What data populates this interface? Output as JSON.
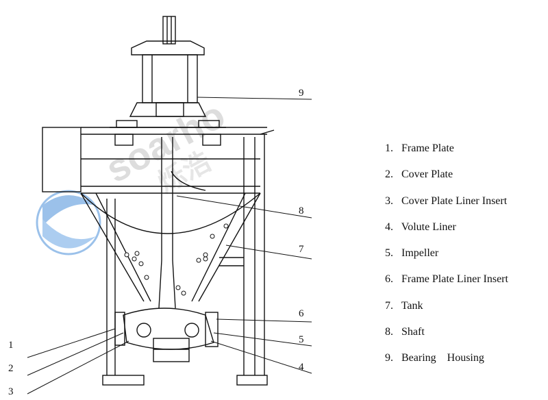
{
  "watermark": {
    "brand": "soarho",
    "brand_cn": "烁浩",
    "colors": {
      "logo": "#4a90d9",
      "text": "#c8c8c8"
    }
  },
  "callouts": [
    "1",
    "2",
    "3",
    "4",
    "5",
    "6",
    "7",
    "8",
    "9"
  ],
  "legend": [
    {
      "num": "1.",
      "label": "Frame Plate"
    },
    {
      "num": "2.",
      "label": "Cover Plate"
    },
    {
      "num": "3.",
      "label": "Cover Plate Liner Insert"
    },
    {
      "num": "4.",
      "label": "Volute Liner"
    },
    {
      "num": "5.",
      "label": "Impeller"
    },
    {
      "num": "6.",
      "label": "Frame Plate Liner Insert"
    },
    {
      "num": "7.",
      "label": "Tank"
    },
    {
      "num": "8.",
      "label": "Shaft"
    },
    {
      "num": "9.",
      "label": "Bearing    Housing"
    }
  ]
}
